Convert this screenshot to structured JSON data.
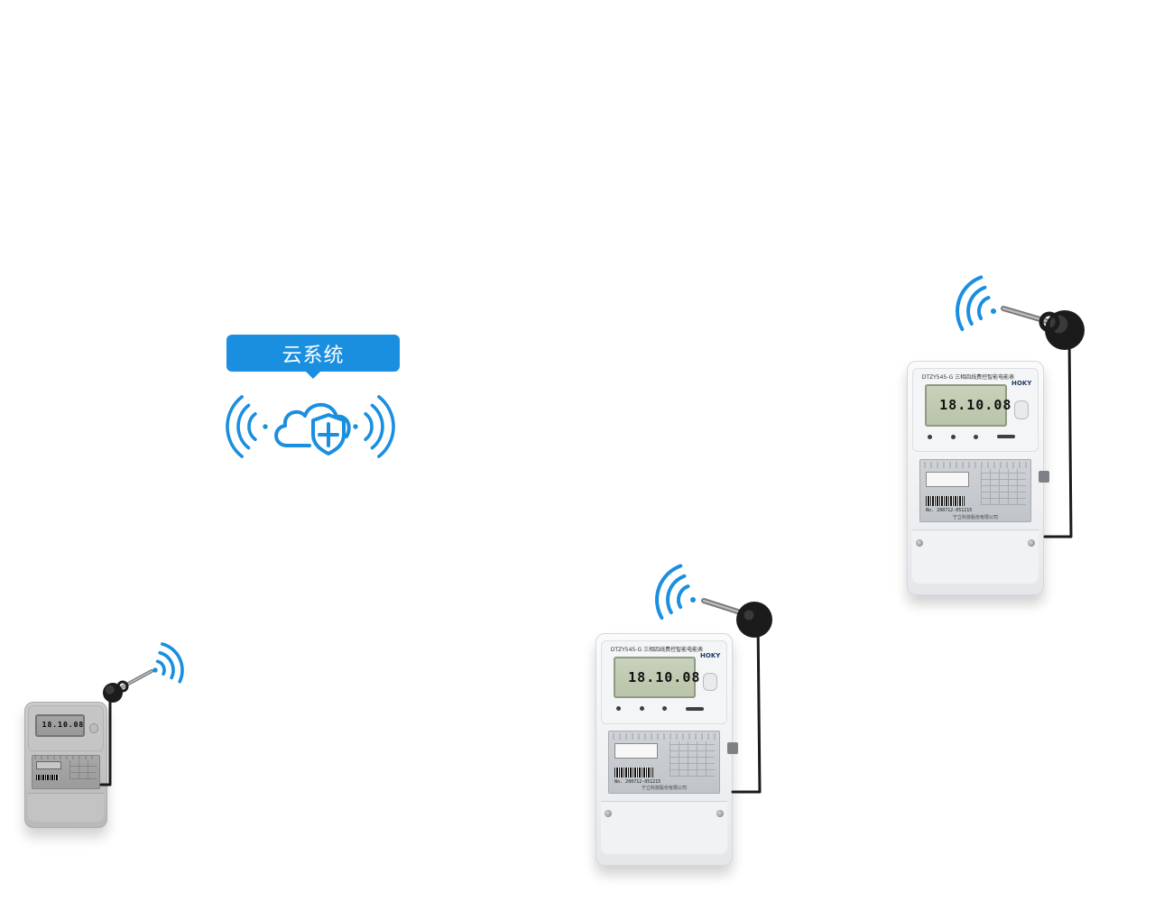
{
  "colors": {
    "accent": "#1a8fe0",
    "cable": "#1a1a1a"
  },
  "cloud": {
    "label": "云系统",
    "icon": "cloud-shield-icon"
  },
  "meters": [
    {
      "id": "meter-right-top",
      "model": "DTZY545-G 三相四线费控智能电能表",
      "brand": "HOKY",
      "display": "18.10.08",
      "serial": "No. 200712-051215",
      "maker": "宁立科技股份有限公司"
    },
    {
      "id": "meter-center",
      "model": "DTZY545-G 三相四线费控智能电能表",
      "brand": "HOKY",
      "display": "18.10.08",
      "serial": "No. 200712-051215",
      "maker": "宁立科技股份有限公司"
    },
    {
      "id": "meter-left",
      "model": "",
      "brand": "",
      "display": "18.10.08",
      "serial": "",
      "maker": ""
    }
  ]
}
